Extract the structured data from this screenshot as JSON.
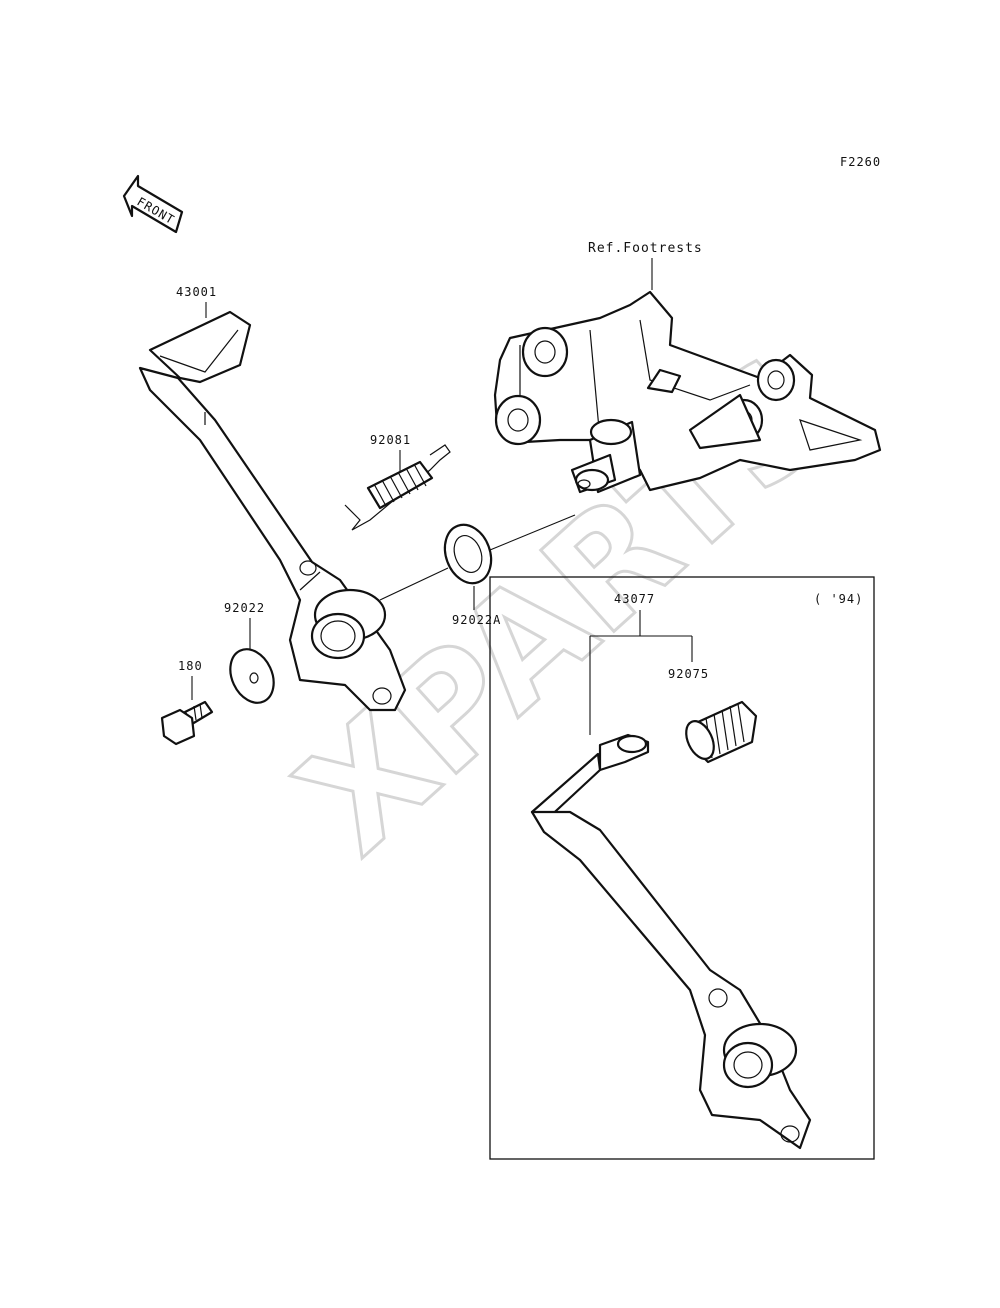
{
  "diagram": {
    "code": "F2260",
    "direction_label": "FRONT",
    "watermark": "XPARTS",
    "ref_label": "Ref.Footrests",
    "parts": {
      "pedal": "43001",
      "spring": "92081",
      "washer_a": "92022A",
      "washer": "92022",
      "bolt": "180",
      "pedal_assy": "43077",
      "rubber": "92075"
    },
    "inset_note": "( '94)"
  }
}
